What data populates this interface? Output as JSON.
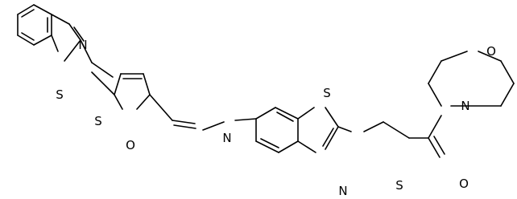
{
  "structure": {
    "atoms": {
      "a1": "N",
      "a2": "S",
      "a3": "S",
      "a4": "O",
      "a5": "N",
      "a6": "S",
      "a7": "S",
      "a8": "N",
      "a9": "O",
      "a10": "N",
      "a11": "O"
    }
  }
}
